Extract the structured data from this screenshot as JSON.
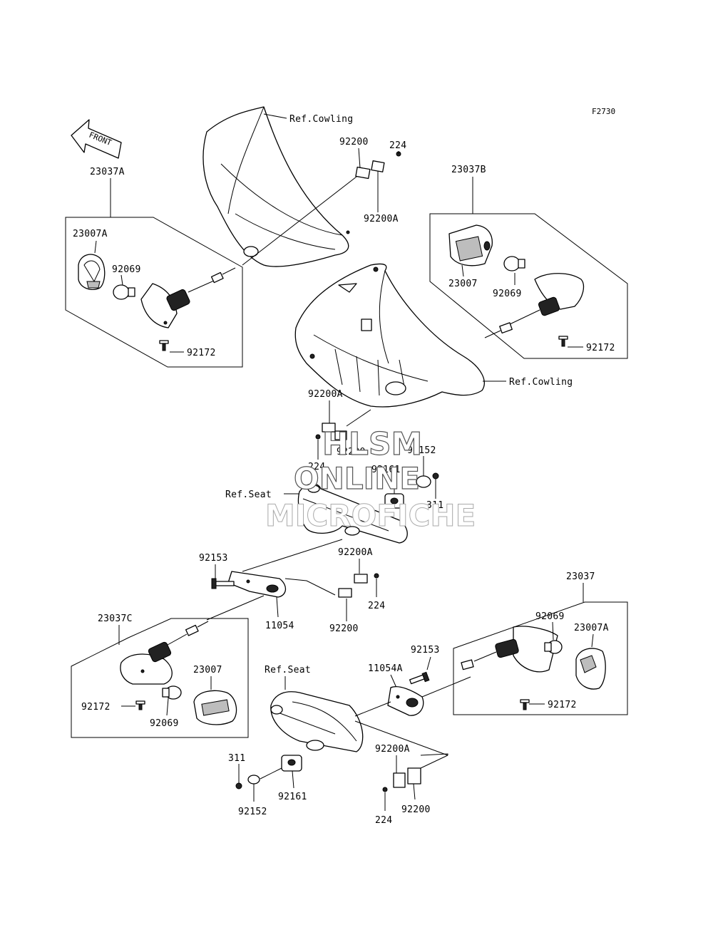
{
  "diagram": {
    "code": "F2730",
    "front_label": "FRONT",
    "refs": {
      "cowling_top": "Ref.Cowling",
      "cowling_right": "Ref.Cowling",
      "seat_upper": "Ref.Seat",
      "seat_lower": "Ref.Seat"
    },
    "assy": {
      "a": "23037A",
      "b": "23037B",
      "c": "23037C",
      "d": "23037"
    },
    "parts": {
      "p224_top": "224",
      "p92200_top": "92200",
      "p92200A_top": "92200A",
      "p23007A_left": "23007A",
      "p92069_left": "92069",
      "p92172_left": "92172",
      "p23007_right": "23007",
      "p92069_right": "92069",
      "p92172_right": "92172",
      "p92200A_mid": "92200A",
      "p92200_mid": "92200",
      "p224_mid": "224",
      "p92152_mid": "92152",
      "p92161_mid": "92161",
      "p311_mid": "311",
      "p92200A_low": "92200A",
      "p92153_left": "92153",
      "p11054": "11054",
      "p224_low": "224",
      "p92200_low": "92200",
      "p23007_c": "23007",
      "p92172_c": "92172",
      "p92069_c": "92069",
      "p92153_right": "92153",
      "p11054A": "11054A",
      "p92069_d": "92069",
      "p23007A_d": "23007A",
      "p92172_d": "92172",
      "p311_low": "311",
      "p92152_low": "92152",
      "p92161_low": "92161",
      "p92200A_bottom": "92200A",
      "p224_bottom": "224",
      "p92200_bottom": "92200"
    },
    "watermark": {
      "line1": "HLSM",
      "line2": "ONLINE",
      "line3": "MICROFICHE"
    }
  }
}
